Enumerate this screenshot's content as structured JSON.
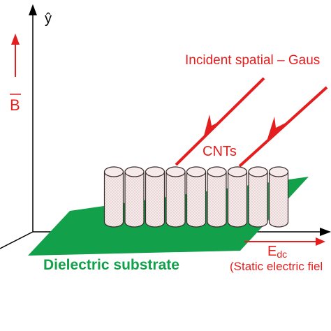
{
  "labels": {
    "y_axis": "ŷ",
    "b_field": "B",
    "incident_wave": "Incident spatial – Gaus",
    "cnts": "CNTs",
    "substrate": "Dielectric substrate",
    "e_field_main": "E",
    "e_field_sub": "dc",
    "static_field": "(Static electric fiel"
  },
  "colors": {
    "axis": "#000000",
    "field_red": "#e41e1e",
    "substrate_green": "#12a04a",
    "substrate_label": "#12a04a",
    "tube_fill": "#f6eaea",
    "tube_stroke": "#3a2a2a"
  },
  "cnt_count": 9
}
